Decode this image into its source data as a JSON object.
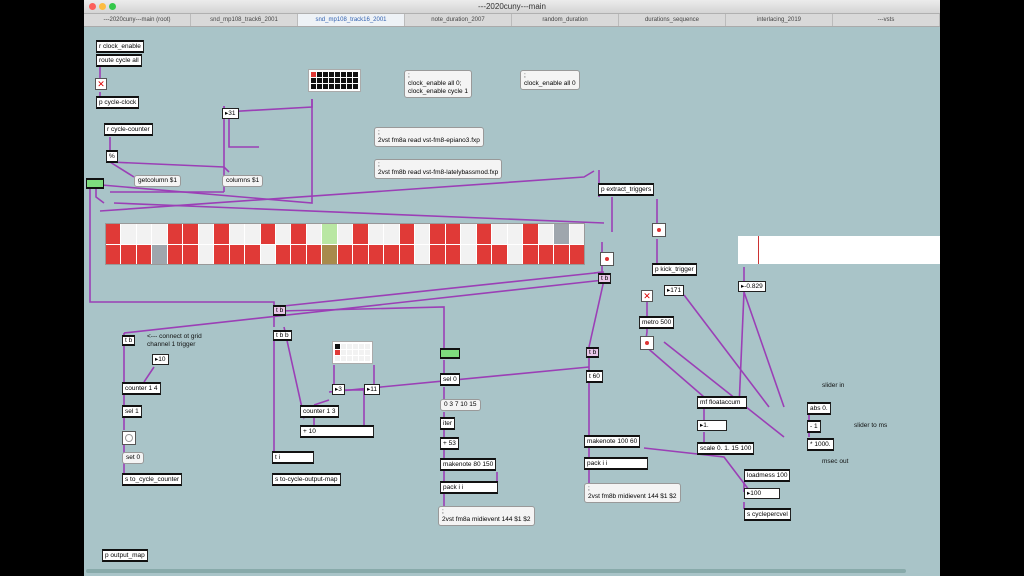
{
  "window_title": "---2020cuny---main",
  "tabs": [
    "---2020cuny---main (root)",
    "snd_mp108_track6_2001",
    "snd_mp108_track16_2001",
    "note_duration_2007",
    "random_duration",
    "durations_sequence",
    "interlacing_2019",
    "---vsts"
  ],
  "active_tab": 2,
  "colors": {
    "patch_bg": "#a9c4c8",
    "cord": "#9b3fb6",
    "cell_red": "#e03a37",
    "cell_gray": "#9fa6ad",
    "cell_green": "#b9e7a3",
    "cell_olive": "#a88a4c",
    "toggle_green": "#7edc7e",
    "slider_knob": "#c33"
  },
  "objects": {
    "r_clock_enable": "r clock_enable",
    "route_cycle_all": "route cycle all",
    "p_cycle_clock": "p cycle-clock",
    "num_31": "31",
    "r_cycle_counter": "r cycle-counter",
    "mod": "%",
    "getcolumn": "getcolumn $1",
    "columns": "columns $1",
    "p_extract_triggers": "p extract_triggers",
    "p_kick_trigger": "p kick_trigger",
    "num_171": "171",
    "num_neg0829": "-0.829",
    "metro_500": "metro 500",
    "tb_main": "t b",
    "tbb": "t b b",
    "tb_left": "t b",
    "num_10": "10",
    "counter_14": "counter 1 4",
    "sel_1": "sel 1",
    "set_0": "set 0",
    "s_to_cycle_counter": "s to_cycle_counter",
    "num_3": "3",
    "num_11": "11",
    "counter_13": "counter 1 3",
    "plus_10": "+ 10",
    "t_i": "t i",
    "s_to_cycle_output_map": "s to-cycle-output-map",
    "sel_0": "sel 0",
    "list_03710 15": "0 3 7 10 15",
    "iter": "iter",
    "plus_53": "+ 53",
    "makenote_80_150": "makenote 80 150",
    "pack_ii_a": "pack i i",
    "tb_right": "t b",
    "t_60": "t 60",
    "makenote_100_60": "makenote 100 60",
    "pack_ii_b": "pack i i",
    "mf_floataccum": "mf floataccum",
    "num_1": "1.",
    "scale": "scale 0. 1. 15 100",
    "loadmess_100": "loadmess 100",
    "num_100": "100",
    "s_cyclepercvel": "s cyclepercvel",
    "abs_0": "abs 0.",
    "minus_1": "- 1",
    "times_1000": "* 1000.",
    "p_output_map": "p output_map",
    "tb_center": "t b"
  },
  "messages": {
    "clock_enable": ";\nclock_enable all 0;\nclock_enable cycle 1",
    "clock_enable_off": ";\nclock_enable all 0",
    "vst_fm8a_read": ";\n2vst fm8a read vst-fm8-epiano3.fxp",
    "vst_fm8b_read": ";\n2vst fm8b read vst-fm8-latelybassmod.fxp",
    "vst_fm8a_midi": ";\n2vst fm8a midievent 144 $1 $2",
    "vst_fm8b_midi": ";\n2vst fm8b midievent 144 $1 $2"
  },
  "comments": {
    "connect_grid": "<--- connect ot grid\nchannel 1 trigger",
    "slider_in": "slider in",
    "slider_to_ms": "slider to ms",
    "msec_out": "msec out"
  },
  "sequencer": {
    "columns": 31,
    "row1": [
      "r",
      "w",
      "w",
      "w",
      "r",
      "r",
      "w",
      "r",
      "w",
      "w",
      "r",
      "w",
      "r",
      "w",
      "g",
      "w",
      "r",
      "w",
      "w",
      "r",
      "w",
      "r",
      "r",
      "w",
      "r",
      "w",
      "w",
      "r",
      "w",
      "gy",
      "w"
    ],
    "row2": [
      "r",
      "r",
      "r",
      "gy",
      "r",
      "r",
      "w",
      "r",
      "r",
      "r",
      "w",
      "r",
      "r",
      "r",
      "o",
      "r",
      "r",
      "r",
      "r",
      "r",
      "w",
      "r",
      "r",
      "w",
      "r",
      "r",
      "w",
      "r",
      "r",
      "r",
      "r"
    ]
  },
  "mini_grid_top": [
    "r",
    "k",
    "k",
    "k",
    "k",
    "k",
    "k",
    "k",
    "k",
    "k",
    "k",
    "k",
    "k",
    "k",
    "k",
    "k",
    "k",
    "k",
    "k",
    "k",
    "k",
    "k",
    "k",
    "k"
  ],
  "mini_grid_mid": [
    "k",
    "w",
    "w",
    "w",
    "w",
    "w",
    "r",
    "w",
    "w",
    "w",
    "w",
    "w",
    "w",
    "w",
    "w",
    "w",
    "w",
    "w"
  ],
  "slider_value": 0.1
}
